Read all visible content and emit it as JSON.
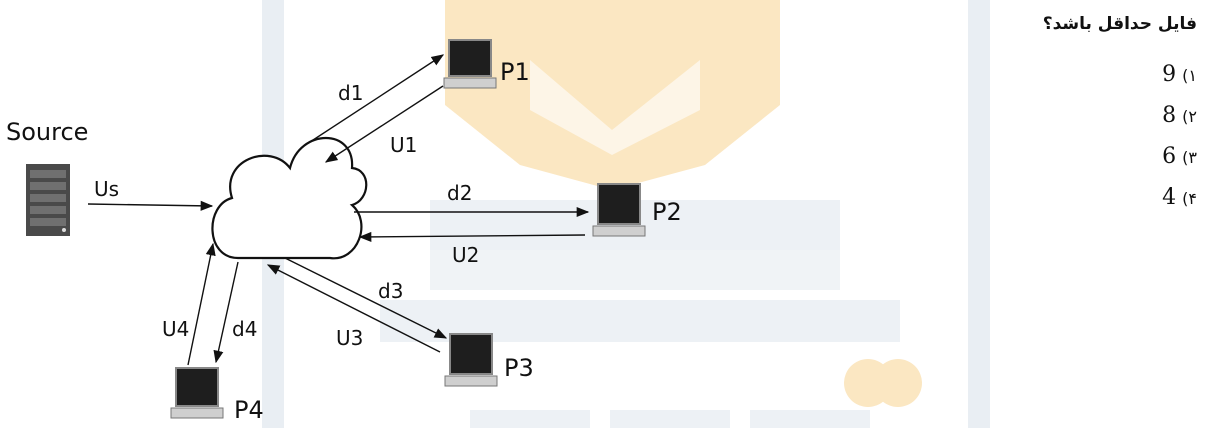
{
  "question": {
    "text": "فایل حداقل باشد؟"
  },
  "options": [
    {
      "num": "۱)",
      "value": "9"
    },
    {
      "num": "۲)",
      "value": "8"
    },
    {
      "num": "۳)",
      "value": "6"
    },
    {
      "num": "۴)",
      "value": "4"
    }
  ],
  "diagram": {
    "source_label": "Source",
    "peers": {
      "p1": "P1",
      "p2": "P2",
      "p3": "P3",
      "p4": "P4"
    },
    "links": {
      "us": "Us",
      "d1": "d1",
      "u1": "U1",
      "d2": "d2",
      "u2": "U2",
      "d3": "d3",
      "u3": "U3",
      "d4": "d4",
      "u4": "U4"
    }
  },
  "colors": {
    "watermark_orange": "#f8e2b8",
    "watermark_blue": "#e9eef3"
  }
}
